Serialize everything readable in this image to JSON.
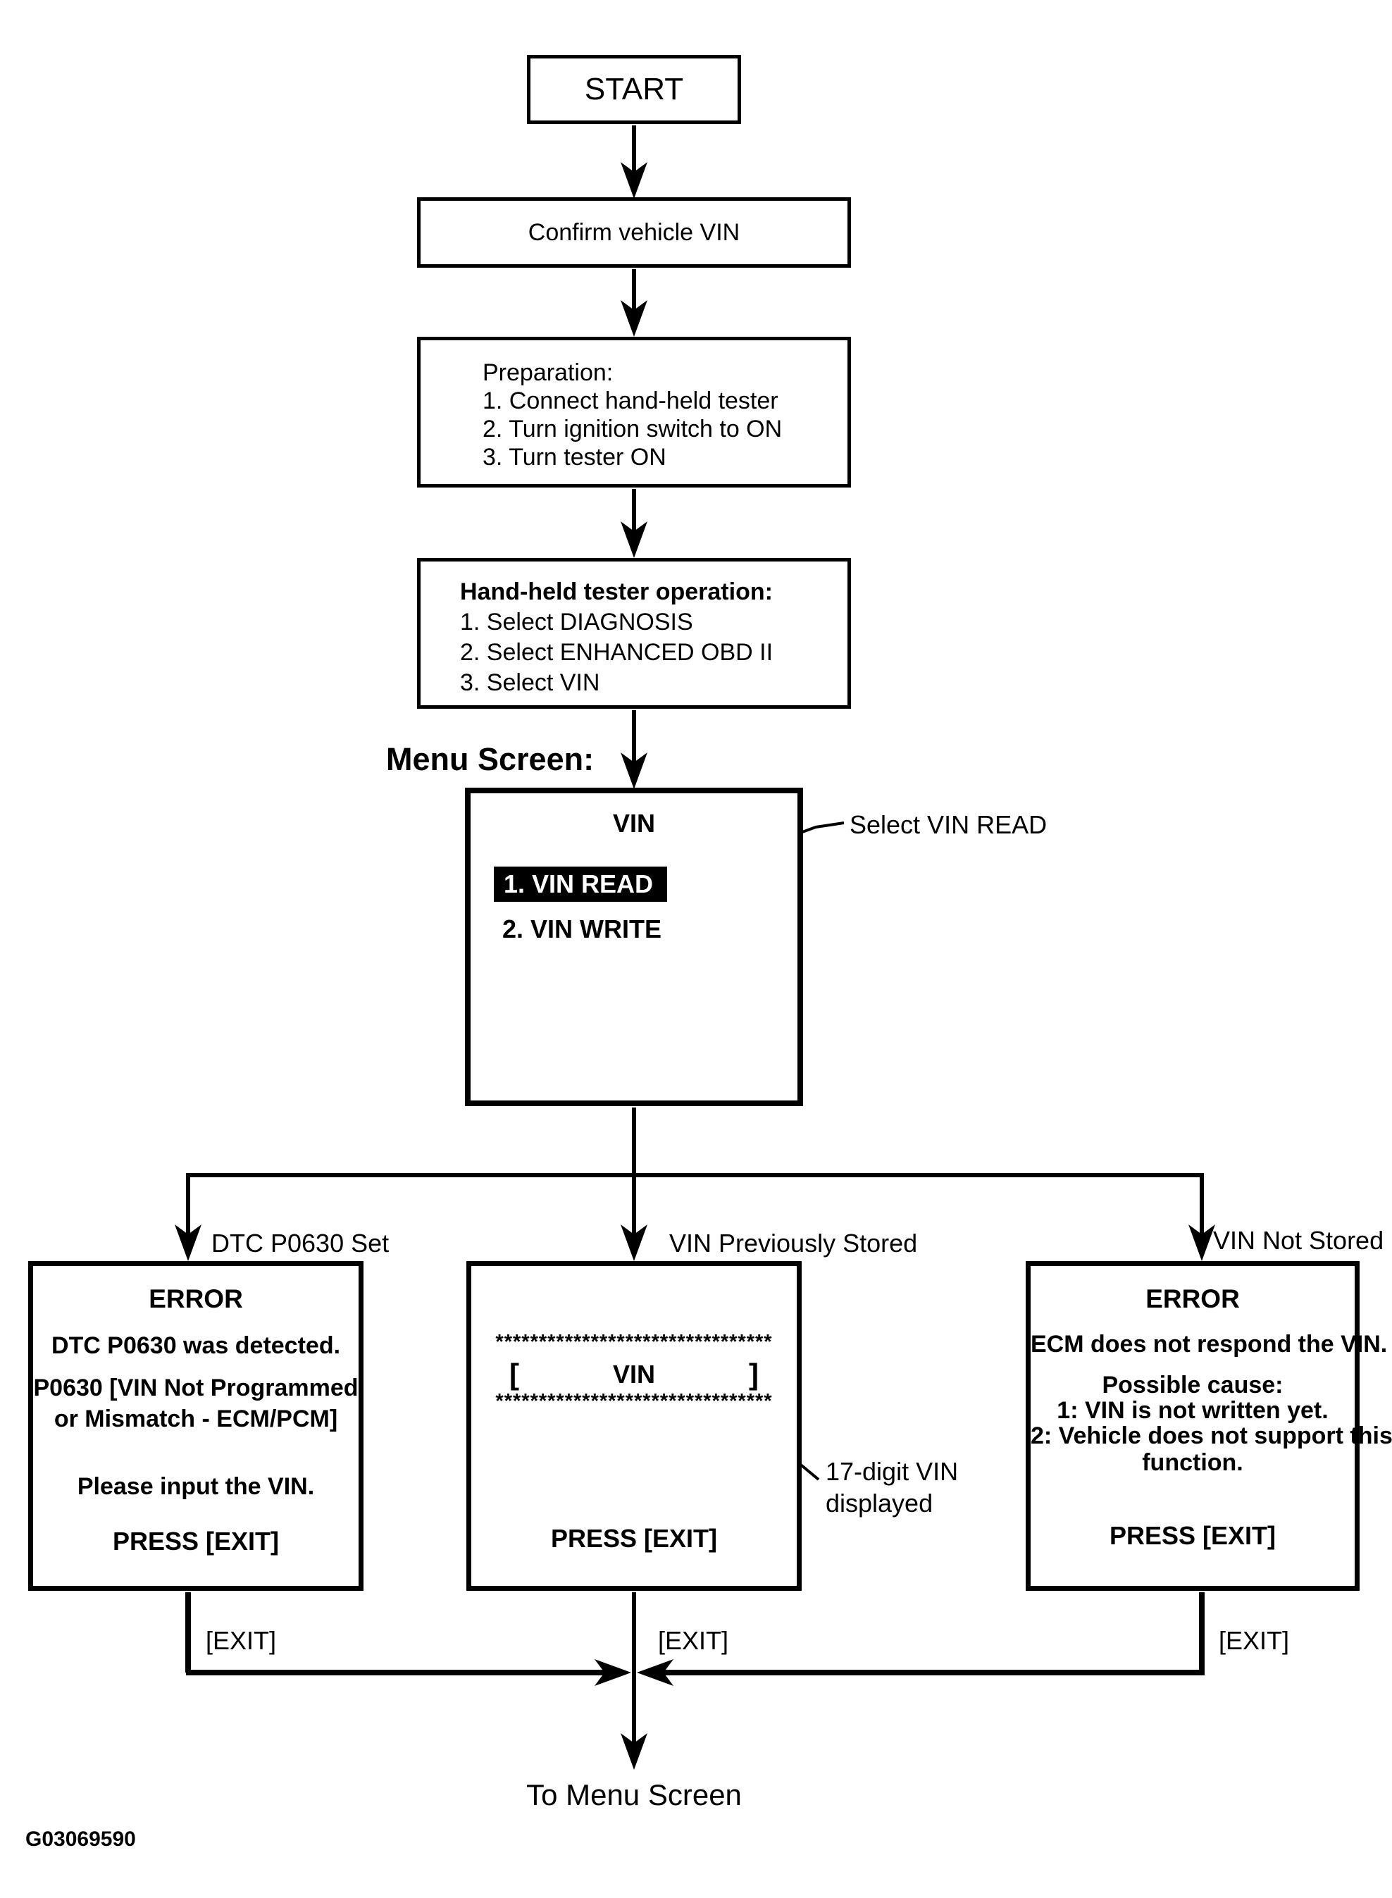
{
  "figure_id": "G03069590",
  "colors": {
    "ink": "#000000",
    "paper": "#ffffff",
    "highlight_bg": "#000000",
    "highlight_fg": "#ffffff"
  },
  "nodes": {
    "start": "START",
    "confirm": "Confirm vehicle VIN",
    "preparation": {
      "title": "Preparation:",
      "items": [
        "1. Connect hand-held tester",
        "2. Turn ignition switch to ON",
        "3. Turn tester ON"
      ]
    },
    "tester_operation": {
      "title": "Hand-held tester operation:",
      "items": [
        "1. Select DIAGNOSIS",
        "2. Select ENHANCED OBD II",
        "3. Select VIN"
      ]
    }
  },
  "menu_screen": {
    "label": "Menu Screen:",
    "title": "VIN",
    "item_selected": "1. VIN READ",
    "item_2": "2. VIN WRITE",
    "callout": "Select VIN READ"
  },
  "branches": {
    "dtc_set": {
      "label": "DTC P0630 Set",
      "title": "ERROR",
      "line1": "DTC P0630 was detected.",
      "line2": "P0630 [VIN Not Programmed",
      "line3": "or Mismatch - ECM/PCM]",
      "line4": "Please input the VIN.",
      "press": "PRESS [EXIT]",
      "exit": "[EXIT]"
    },
    "stored": {
      "label": "VIN Previously Stored",
      "stars": "********************************",
      "bracket_open": "[",
      "vin": "VIN",
      "bracket_close": "]",
      "press": "PRESS [EXIT]",
      "exit": "[EXIT]",
      "callout_line1": "17-digit VIN",
      "callout_line2": "displayed"
    },
    "not_stored": {
      "label": "VIN Not Stored",
      "title": "ERROR",
      "line1": "ECM does not respond the VIN.",
      "line2": "Possible cause:",
      "line3": "1: VIN is not written yet.",
      "line4": "2: Vehicle does not support this",
      "line5": "function.",
      "press": "PRESS [EXIT]",
      "exit": "[EXIT]"
    }
  },
  "footer": {
    "to_menu": "To Menu Screen"
  }
}
